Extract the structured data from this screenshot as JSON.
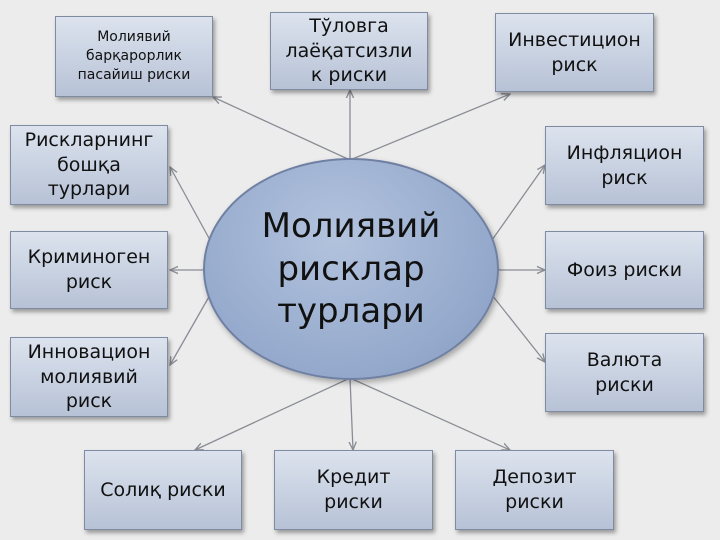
{
  "center": {
    "label": "Молиявий\nрисклар\nтурлари"
  },
  "boxes": [
    {
      "label": "Молиявий\nбарқарорлик\nпасайиш риски"
    },
    {
      "label": "Тўловга\nлаёқатсизли\nк риски"
    },
    {
      "label": "Инвестицион\nриск"
    },
    {
      "label": "Рискларнинг\nбошқа\nтурлари"
    },
    {
      "label": "Инфляцион\nриск"
    },
    {
      "label": "Криминоген\nриск"
    },
    {
      "label": "Фоиз риски"
    },
    {
      "label": "Инновацион\nмолиявий\nриск"
    },
    {
      "label": "Валюта\nриски"
    },
    {
      "label": "Солиқ риски"
    },
    {
      "label": "Кредит\nриски"
    },
    {
      "label": "Депозит\nриски"
    }
  ],
  "colors": {
    "line": "#8a8d95",
    "box_border": "#7f8ba1",
    "ellipse": "#93a8cb"
  }
}
